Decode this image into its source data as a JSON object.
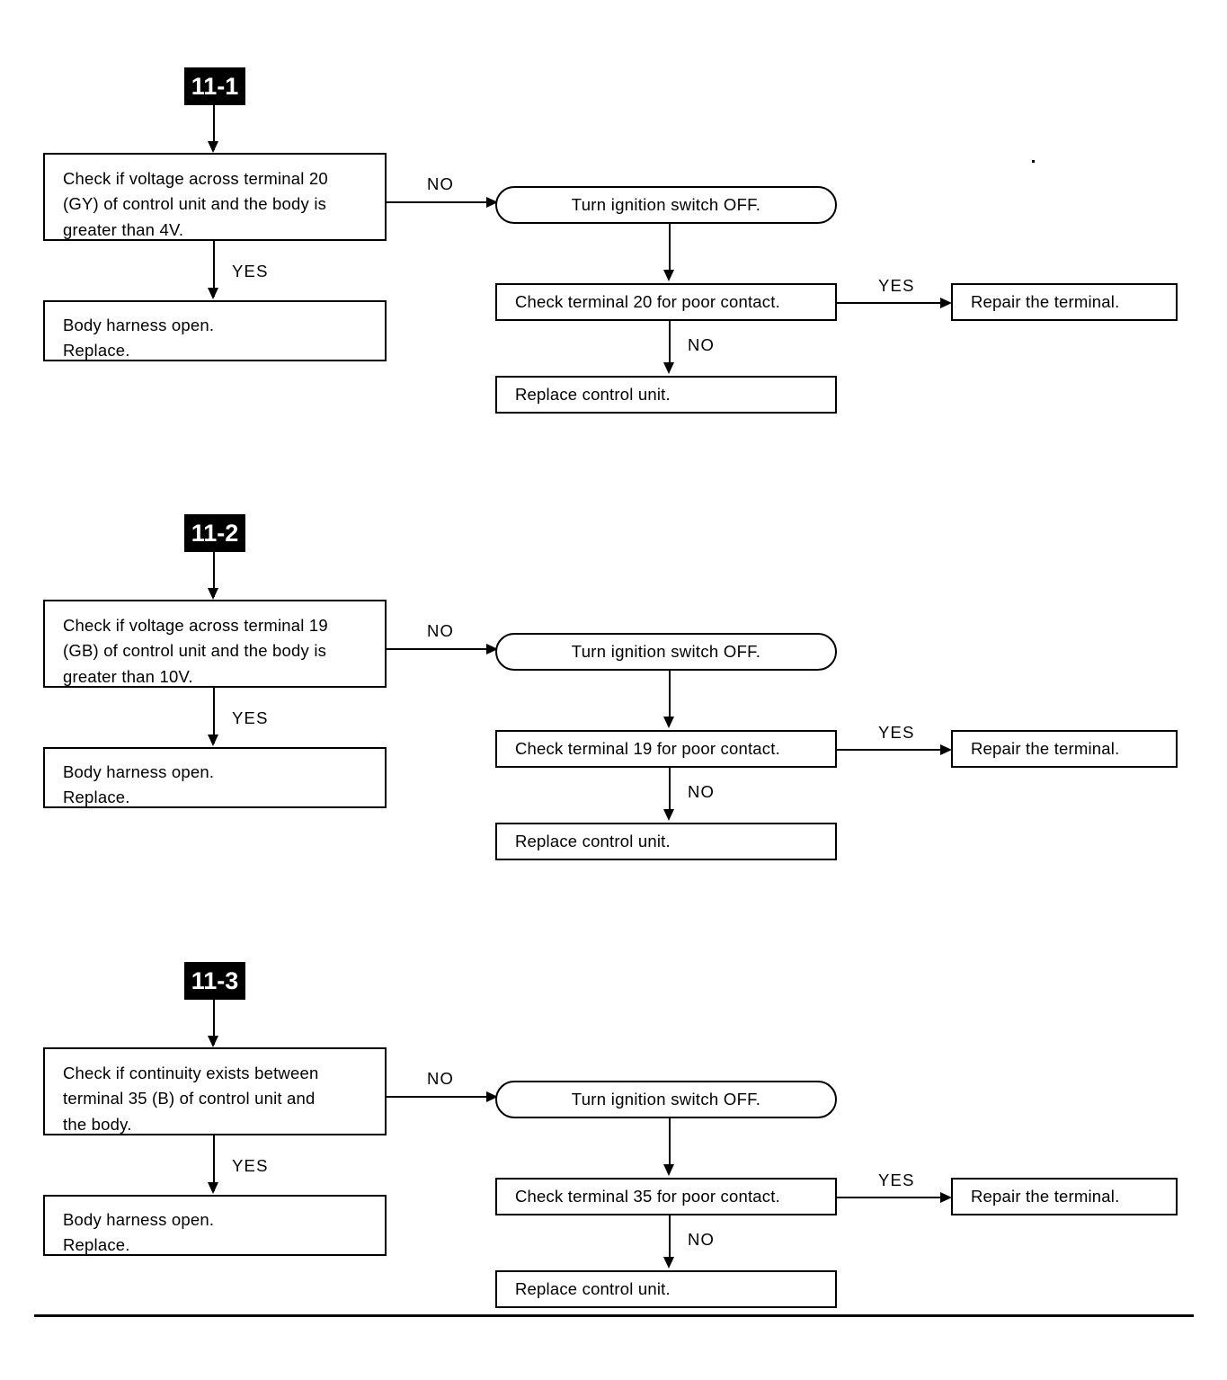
{
  "document": {
    "type": "troubleshooting-flowchart",
    "background": "#ffffff",
    "ink": "#000000"
  },
  "labels": {
    "yes": "YES",
    "no": "NO"
  },
  "sections": [
    {
      "badge": "11-1",
      "decision": "Check if voltage across terminal 20\n(GY) of control unit and the body is\ngreater than 4V.",
      "yes_result": "Body harness open.\nReplace.",
      "no_action": "Turn ignition switch OFF.",
      "check_terminal": "Check terminal 20 for poor contact.",
      "repair": "Repair the terminal.",
      "replace_unit": "Replace control unit."
    },
    {
      "badge": "11-2",
      "decision": "Check if voltage across terminal 19\n(GB) of control unit and the body is\ngreater than 10V.",
      "yes_result": "Body harness open.\nReplace.",
      "no_action": "Turn ignition switch OFF.",
      "check_terminal": "Check terminal 19 for poor contact.",
      "repair": "Repair the terminal.",
      "replace_unit": "Replace control unit."
    },
    {
      "badge": "11-3",
      "decision": "Check if continuity exists between\nterminal 35 (B) of control unit and\nthe body.",
      "yes_result": "Body harness open.\nReplace.",
      "no_action": "Turn ignition switch OFF.",
      "check_terminal": "Check terminal 35 for poor contact.",
      "repair": "Repair the terminal.",
      "replace_unit": "Replace control unit."
    }
  ]
}
